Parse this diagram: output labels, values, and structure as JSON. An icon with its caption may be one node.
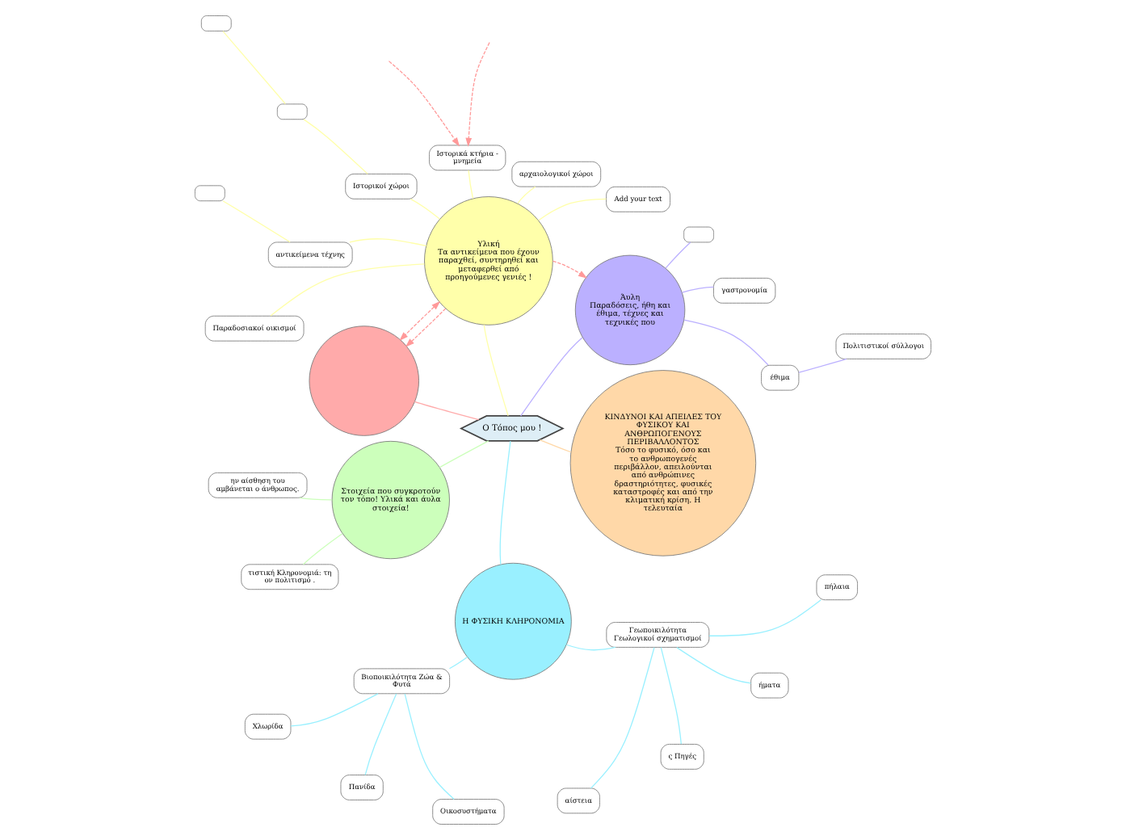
{
  "diagram": {
    "nodes": [
      {
        "text": [
          "Ο Τόπος μου !"
        ]
      },
      {
        "text": [
          "Στοιχεία που συγκροτούν τον τόπο! Υλικά και άυλα στοιχεία!"
        ]
      },
      {
        "text": [
          "ην αίσθηση του αμβάνεται ο άνθρωπος."
        ]
      },
      {
        "text": [
          "τιστική Κληρονομιά: τη ον πολιτισμό ."
        ]
      },
      {
        "text": [],
        "shape": "circle"
      },
      {
        "text": [
          "Η ΦΥΣΙΚΗ ΚΛΗΡΟΝΟΜΙΑ"
        ]
      },
      {
        "text": [
          "Βιοποικιλότητα Ζώα & Φυτά"
        ]
      },
      {
        "text": [
          "Χλωρίδα"
        ]
      },
      {
        "text": [
          "Πανίδα"
        ]
      },
      {
        "text": [
          "Οικοσυστήματα"
        ]
      },
      {
        "text": [
          "Γεωποικιλότητα Γεωλογικοί σχηματισμοί"
        ]
      },
      {
        "text": [
          "αίστεια"
        ]
      },
      {
        "text": [
          "ς Πηγές"
        ]
      },
      {
        "text": [
          "ήματα"
        ]
      },
      {
        "text": [
          "πήλαια"
        ]
      },
      {
        "text": [
          "ΚΙΝΔΥΝΟΙ ΚΑΙ ΑΠΕΙΛΕΣ ΤΟΥ ΦΥΣΙΚΟΥ ΚΑΙ ΑΝΘΡΩΠΟΓΕΝΟΥΣ ΠΕΡΙΒΑΛΛΟΝΤΟΣ",
          "Τόσο το φυσικό, όσο και το ανθρωπογενές περιβάλλον, απειλούνται από ανθρώπινες δραστηριότητες, φυσικές καταστροφές και από την κλιματική κρίση. Η τελευταία"
        ]
      },
      {
        "text": [
          "Υλική",
          "Τα αντικείμενα που έχουν παραχθεί, συντηρηθεί και μεταφερθεί από προηγούμενες γενιές !"
        ]
      },
      {
        "text": [
          "Add your text"
        ]
      },
      {
        "text": [
          "αρχαιολογικοί χώροι"
        ]
      },
      {
        "text": [
          "Ιστορικά κτήρια - μνημεία"
        ]
      },
      {
        "text": [
          "Ιστορικοί χώροι"
        ]
      },
      {
        "text": [],
        "shape": "box"
      },
      {
        "text": [],
        "shape": "box"
      },
      {
        "text": [
          "αντικείμενα τέχνης"
        ]
      },
      {
        "text": [],
        "shape": "box"
      },
      {
        "text": [
          "Παραδοσιακοί οικισμοί"
        ]
      },
      {
        "text": [
          "Άυλη",
          "Παραδόσεις, ήθη και έθιμα, τέχνες και τεχνικές που"
        ]
      },
      {
        "text": [
          "έθιμα"
        ]
      },
      {
        "text": [
          "Πολιτιστικοί σύλλογοι"
        ]
      },
      {
        "text": [
          "γαστρονομία"
        ]
      },
      {
        "text": [],
        "shape": "box"
      }
    ],
    "edges": [
      {
        "from": 0,
        "to": 1,
        "arrow": "none",
        "color": "#ccffbb"
      },
      {
        "from": 1,
        "to": 2,
        "arrow": "none",
        "color": "#ccffbb"
      },
      {
        "from": 1,
        "to": 3,
        "arrow": "none",
        "color": "#ccffbb"
      },
      {
        "from": 0,
        "to": 4,
        "arrow": "none",
        "color": "#ffaaaa"
      },
      {
        "from": 0,
        "to": 5,
        "arrow": "none",
        "color": "#99f0ff"
      },
      {
        "from": 5,
        "to": 6,
        "arrow": "none",
        "color": "#99f0ff"
      },
      {
        "from": 6,
        "to": 7,
        "arrow": "none",
        "color": "#99f0ff"
      },
      {
        "from": 6,
        "to": 8,
        "arrow": "none",
        "color": "#99f0ff"
      },
      {
        "from": 6,
        "to": 9,
        "arrow": "none",
        "color": "#99f0ff"
      },
      {
        "from": 5,
        "to": 10,
        "arrow": "none",
        "color": "#99f0ff"
      },
      {
        "from": 10,
        "to": 11,
        "arrow": "none",
        "color": "#99f0ff"
      },
      {
        "from": 10,
        "to": 12,
        "arrow": "none",
        "color": "#99f0ff"
      },
      {
        "from": 10,
        "to": 13,
        "arrow": "none",
        "color": "#99f0ff"
      },
      {
        "from": 10,
        "to": 14,
        "arrow": "none",
        "color": "#99f0ff"
      },
      {
        "from": 0,
        "to": 15,
        "arrow": "none",
        "color": "#ffd8a8"
      },
      {
        "from": 0,
        "to": 16,
        "arrow": "none",
        "color": "#ffffaa"
      },
      {
        "from": 16,
        "to": 17,
        "arrow": "none",
        "color": "#ffffaa"
      },
      {
        "from": 16,
        "to": 18,
        "arrow": "none",
        "color": "#ffffaa"
      },
      {
        "from": 16,
        "to": 19,
        "arrow": "none",
        "color": "#ffffaa"
      },
      {
        "from": 16,
        "to": 20,
        "arrow": "none",
        "color": "#ffffaa"
      },
      {
        "from": 20,
        "to": 21,
        "arrow": "none",
        "color": "#ffffaa"
      },
      {
        "from": 21,
        "to": 22,
        "arrow": "none",
        "color": "#ffffaa"
      },
      {
        "from": 16,
        "to": 23,
        "arrow": "none",
        "color": "#ffffaa"
      },
      {
        "from": 23,
        "to": 24,
        "arrow": "none",
        "color": "#ffffaa"
      },
      {
        "from": 16,
        "to": 25,
        "arrow": "none",
        "color": "#ffffaa"
      },
      {
        "from": 0,
        "to": 26,
        "arrow": "none",
        "color": "#bbb0ff"
      },
      {
        "from": 26,
        "to": 27,
        "arrow": "none",
        "color": "#bbb0ff"
      },
      {
        "from": 27,
        "to": 28,
        "arrow": "none",
        "color": "#bbb0ff"
      },
      {
        "from": 26,
        "to": 29,
        "arrow": "none",
        "color": "#bbb0ff"
      },
      {
        "from": 26,
        "to": 30,
        "arrow": "none",
        "color": "#bbb0ff"
      },
      {
        "from": 16,
        "to": 4,
        "arrow": "to",
        "style": "dashed",
        "color": "#ff9999"
      },
      {
        "from": 16,
        "to": 4,
        "arrow": "both",
        "style": "dashed",
        "color": "#ff9999"
      },
      {
        "from": 16,
        "to": 26,
        "arrow": "to",
        "style": "dashed",
        "color": "#ff9999"
      },
      {
        "from": null,
        "to": 19,
        "arrow": "to",
        "style": "dashed",
        "color": "#ff9999"
      },
      {
        "from": null,
        "to": 19,
        "arrow": "to",
        "style": "dashed",
        "color": "#ff9999"
      }
    ]
  }
}
